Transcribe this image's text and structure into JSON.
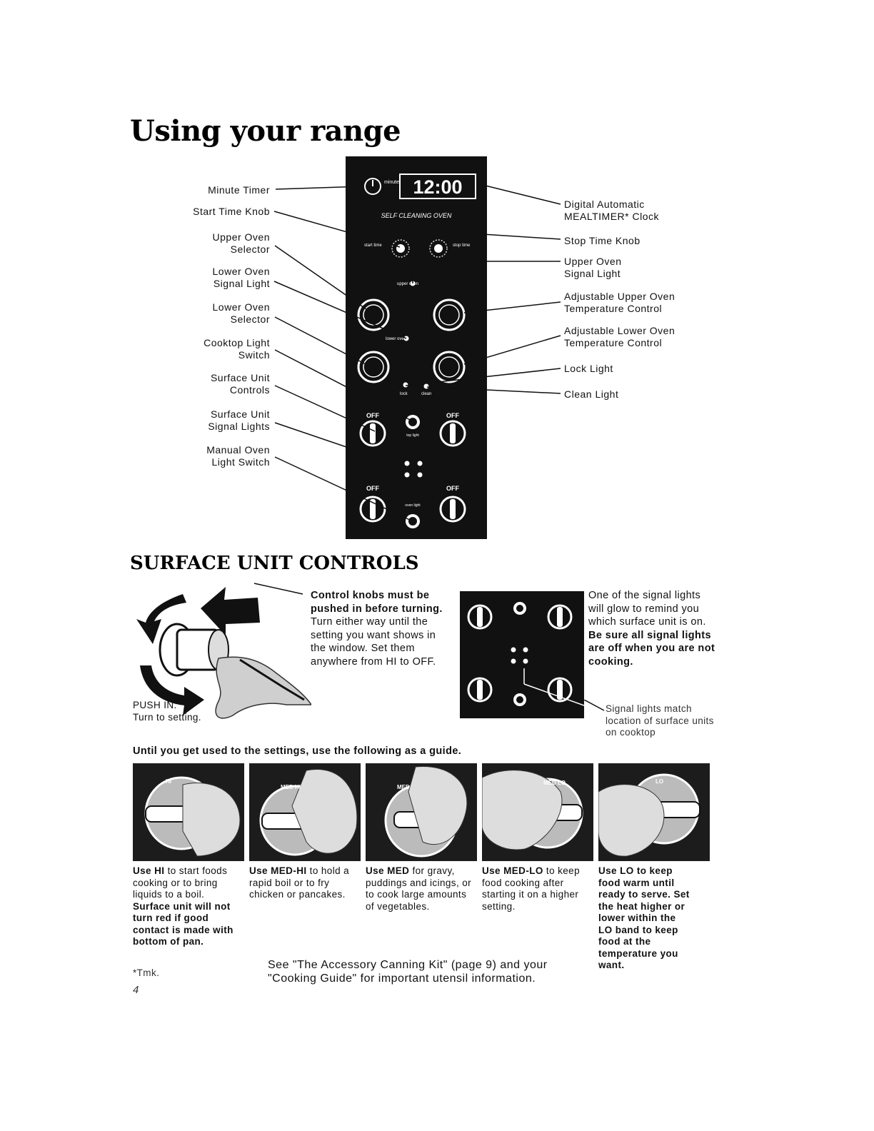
{
  "page": {
    "title": "Using your range",
    "section_title": "SURFACE UNIT CONTROLS",
    "page_number": "4",
    "trademark": "*Tmk."
  },
  "panel": {
    "clock_display": "12:00",
    "clock_label": "SELF CLEANING OVEN",
    "timer_label": "minute timer",
    "start_label": "start time",
    "stop_label": "stop time",
    "upper_oven_label": "upper oven",
    "lower_oven_label": "lower oven",
    "lock_label": "lock",
    "clean_label": "clean",
    "top_light_label": "top light",
    "oven_light_label": "oven light",
    "off_label": "OFF"
  },
  "left_callouts": [
    {
      "line1": "Minute Timer",
      "line2": ""
    },
    {
      "line1": "Start Time Knob",
      "line2": ""
    },
    {
      "line1": "Upper Oven",
      "line2": "Selector"
    },
    {
      "line1": "Lower Oven",
      "line2": "Signal Light"
    },
    {
      "line1": "Lower Oven",
      "line2": "Selector"
    },
    {
      "line1": "Cooktop Light",
      "line2": "Switch"
    },
    {
      "line1": "Surface Unit",
      "line2": "Controls"
    },
    {
      "line1": "Surface Unit",
      "line2": "Signal Lights"
    },
    {
      "line1": "Manual Oven",
      "line2": "Light Switch"
    }
  ],
  "right_callouts": [
    {
      "line1": "Digital Automatic",
      "line2": "MEALTIMER* Clock"
    },
    {
      "line1": "Stop Time Knob",
      "line2": ""
    },
    {
      "line1": "Upper Oven",
      "line2": "Signal Light"
    },
    {
      "line1": "Adjustable Upper Oven",
      "line2": "Temperature Control"
    },
    {
      "line1": "Adjustable Lower Oven",
      "line2": "Temperature Control"
    },
    {
      "line1": "Lock Light",
      "line2": ""
    },
    {
      "line1": "Clean Light",
      "line2": ""
    }
  ],
  "push_instructions": {
    "push": "PUSH IN.",
    "turn": "Turn to setting."
  },
  "knob_text": {
    "bold": "Control knobs must be pushed in before turning.",
    "normal": " Turn either way until the setting you want shows in the window. Set them anywhere from HI to OFF."
  },
  "signal_text": {
    "normal": "One of the signal lights will glow to remind you which surface unit is on. ",
    "bold": "Be sure all signal lights are off when you are not cooking."
  },
  "signal_caption": "Signal lights match location of surface units on cooktop",
  "guide_intro": "Until you get used to the settings, use the following as a guide.",
  "settings": [
    {
      "label": "HI",
      "lead": "Use HI",
      "text": " to start foods cooking or to bring liquids to a boil. ",
      "bold_tail": "Surface unit will not turn red if good contact is made with bottom of pan."
    },
    {
      "label": "MED HI",
      "lead": "Use MED-HI",
      "text": " to hold a rapid boil or to fry chicken or pancakes.",
      "bold_tail": ""
    },
    {
      "label": "MED",
      "lead": "Use MED",
      "text": " for gravy, puddings and icings, or to cook large amounts of vegetables.",
      "bold_tail": ""
    },
    {
      "label": "MED LO",
      "lead": "Use MED-LO",
      "text": " to keep food cooking after starting it on a higher setting.",
      "bold_tail": ""
    },
    {
      "label": "LO",
      "lead": "Use LO",
      "text": " to keep food warm until ready to serve. Set the heat higher or lower within the LO band to keep food at the temperature you want.",
      "bold_tail": ""
    }
  ],
  "footer_note": "See \"The Accessory Canning Kit\" (page 9) and your \"Cooking Guide\" for important utensil information."
}
